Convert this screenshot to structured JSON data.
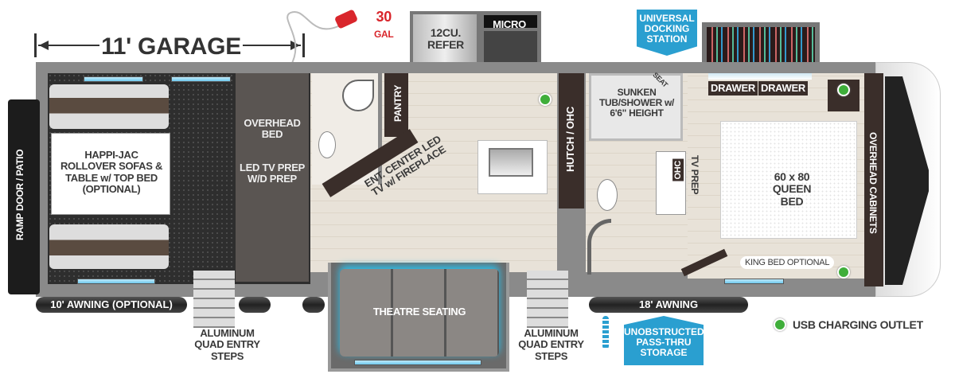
{
  "garage_label": "11' GARAGE",
  "fuel": {
    "amount": "30",
    "unit": "GAL",
    "icon": "fuel-pump-icon"
  },
  "refer": "12CU. REFER",
  "micro": "MICRO",
  "docking_station": "UNIVERSAL DOCKING STATION",
  "drawers": [
    "DRAWER",
    "DRAWER"
  ],
  "ramp_door": "RAMP DOOR / PATIO",
  "sofas": "HAPPI-JAC ROLLOVER SOFAS & TABLE w/ TOP BED (OPTIONAL)",
  "overhead_bed": "OVERHEAD BED",
  "led_tv_prep": "LED TV PREP W/D PREP",
  "pantry": "PANTRY",
  "ent_center": "ENT. CENTER LED TV w/ FIREPLACE",
  "hutch": "HUTCH / OHC",
  "tub": "SUNKEN TUB/SHOWER w/ 6'6\" HEIGHT",
  "seat": "SEAT",
  "ohc": "OHC",
  "tv_prep": "TV PREP",
  "bed": "60 x 80 QUEEN BED",
  "overhead_cabinets": "OVERHEAD CABINETS",
  "king_bed": "KING BED OPTIONAL",
  "awning_left": "10' AWNING (OPTIONAL)",
  "awning_right": "18' AWNING",
  "theatre": "THEATRE SEATING",
  "steps_left": "ALUMINUM QUAD ENTRY STEPS",
  "steps_right": "ALUMINUM QUAD ENTRY STEPS",
  "storage": "UNOBSTRUCTED PASS-THRU STORAGE",
  "usb_legend": "USB CHARGING OUTLET",
  "colors": {
    "usb": "#3fae3a",
    "badge": "#2a9fd0",
    "fuel": "#d9262c"
  }
}
